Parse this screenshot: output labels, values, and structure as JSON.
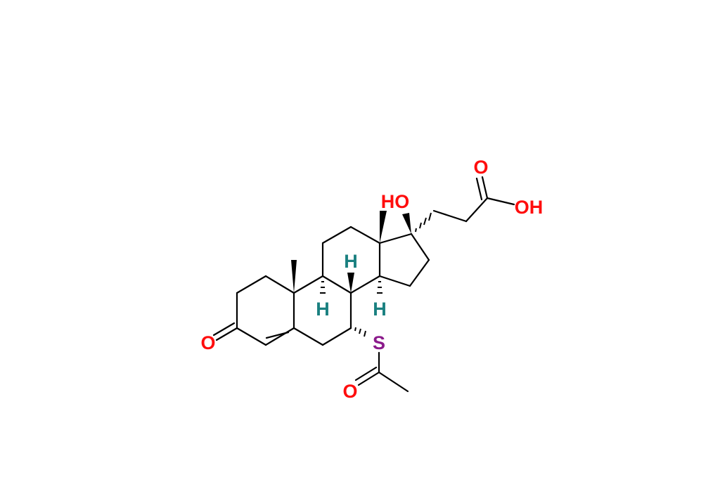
{
  "molecule": {
    "atom_labels": {
      "ketone_o": "O",
      "ring_hydroxyl": "HO",
      "acid_carbonyl_o": "O",
      "acid_hydroxyl": "OH",
      "sulfur": "S",
      "thioester_o": "O",
      "h8": "H",
      "h9": "H",
      "h14": "H"
    },
    "colors": {
      "oxygen": "#ff0d0d",
      "sulfur": "#8b1a8b",
      "hydrogen": "#1a8080",
      "bond": "#000000"
    }
  }
}
